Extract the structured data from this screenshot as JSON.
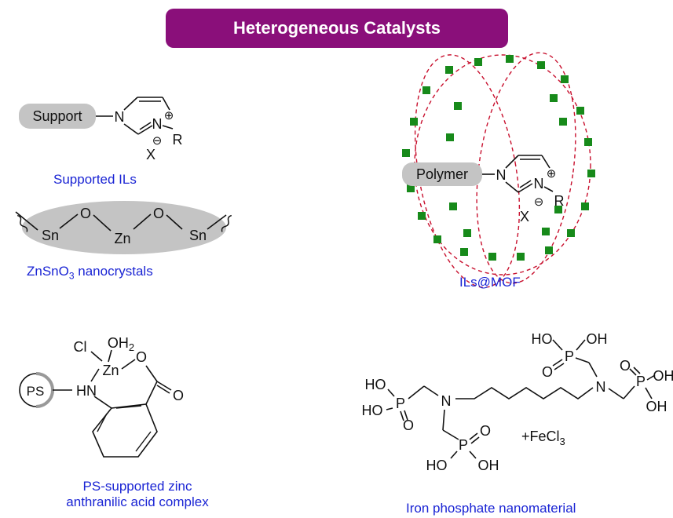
{
  "title": "Heterogeneous Catalysts",
  "colors": {
    "banner": "#8a0f7a",
    "caption": "#1a24d4",
    "pill": "#c4c4c4",
    "ellipse": "#c8102e",
    "mof_node": "#178a1a"
  },
  "captions": {
    "supported_ils": "Supported ILs",
    "znsno3_prefix": "ZnSnO",
    "znsno3_sub": "3",
    "znsno3_suffix": " nanocrystals",
    "ils_mof": "ILs@MOF",
    "ps_zinc_line1": "PS-supported zinc",
    "ps_zinc_line2": "anthranilic acid complex",
    "iron_phosphate": "Iron phosphate nanomaterial"
  },
  "supported_il": {
    "support": "Support",
    "n1": "N",
    "n2": "N",
    "plus": "⊕",
    "minus": "⊖",
    "r": "R",
    "x": "X"
  },
  "znsno3": {
    "sn1": "Sn",
    "o1": "O",
    "zn": "Zn",
    "o2": "O",
    "sn2": "Sn"
  },
  "mof": {
    "polymer": "Polymer",
    "n1": "N",
    "n2": "N",
    "plus": "⊕",
    "minus": "⊖",
    "r": "R",
    "x": "X"
  },
  "ps_complex": {
    "ps": "PS",
    "hn": "HN",
    "zn": "Zn",
    "cl": "Cl",
    "oh2": "OH",
    "oh2_sub": "2",
    "o_link": "O",
    "o_carbonyl": "O"
  },
  "iron": {
    "ho_top": "HO",
    "oh_top": "OH",
    "p_top": "P",
    "o_top": "O",
    "ho_left1": "HO",
    "ho_left2": "HO",
    "p_left": "P",
    "o_left": "O",
    "n_left": "N",
    "n_right": "N",
    "p_right": "P",
    "o_right": "O",
    "oh_right1": "OH",
    "oh_right2": "OH",
    "p_bottom": "P",
    "o_bottom": "O",
    "ho_bottom": "HO",
    "oh_bottom": "OH",
    "fecl3_prefix": "+FeCl",
    "fecl3_sub": "3"
  }
}
